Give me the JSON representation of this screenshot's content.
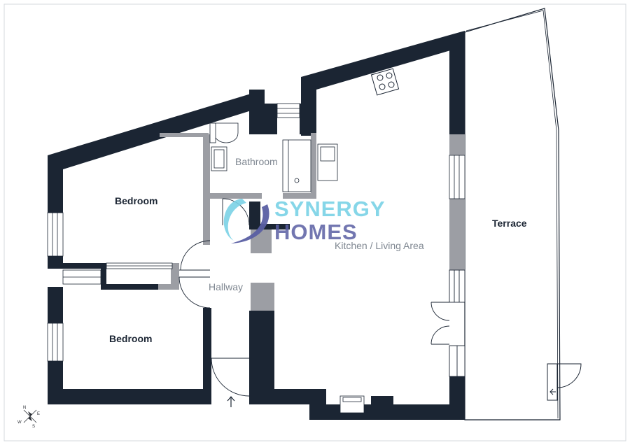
{
  "rooms": {
    "bedroom_top": "Bedroom",
    "bedroom_bottom": "Bedroom",
    "bathroom": "Bathroom",
    "kitchen": "Kitchen / Living Area",
    "hallway": "Hallway",
    "terrace": "Terrace"
  },
  "logo": {
    "line1": "SYNERGY",
    "line2": "HOMES",
    "color_line1": "#7ad2e6",
    "color_line2": "#5a5fa3"
  },
  "compass": {
    "n": "N",
    "e": "E",
    "s": "S",
    "w": "W"
  },
  "colors": {
    "wall": "#1b2533",
    "wall_partition": "#9c9ea4",
    "line": "#1b2533",
    "frame": "#cfd3d8"
  }
}
